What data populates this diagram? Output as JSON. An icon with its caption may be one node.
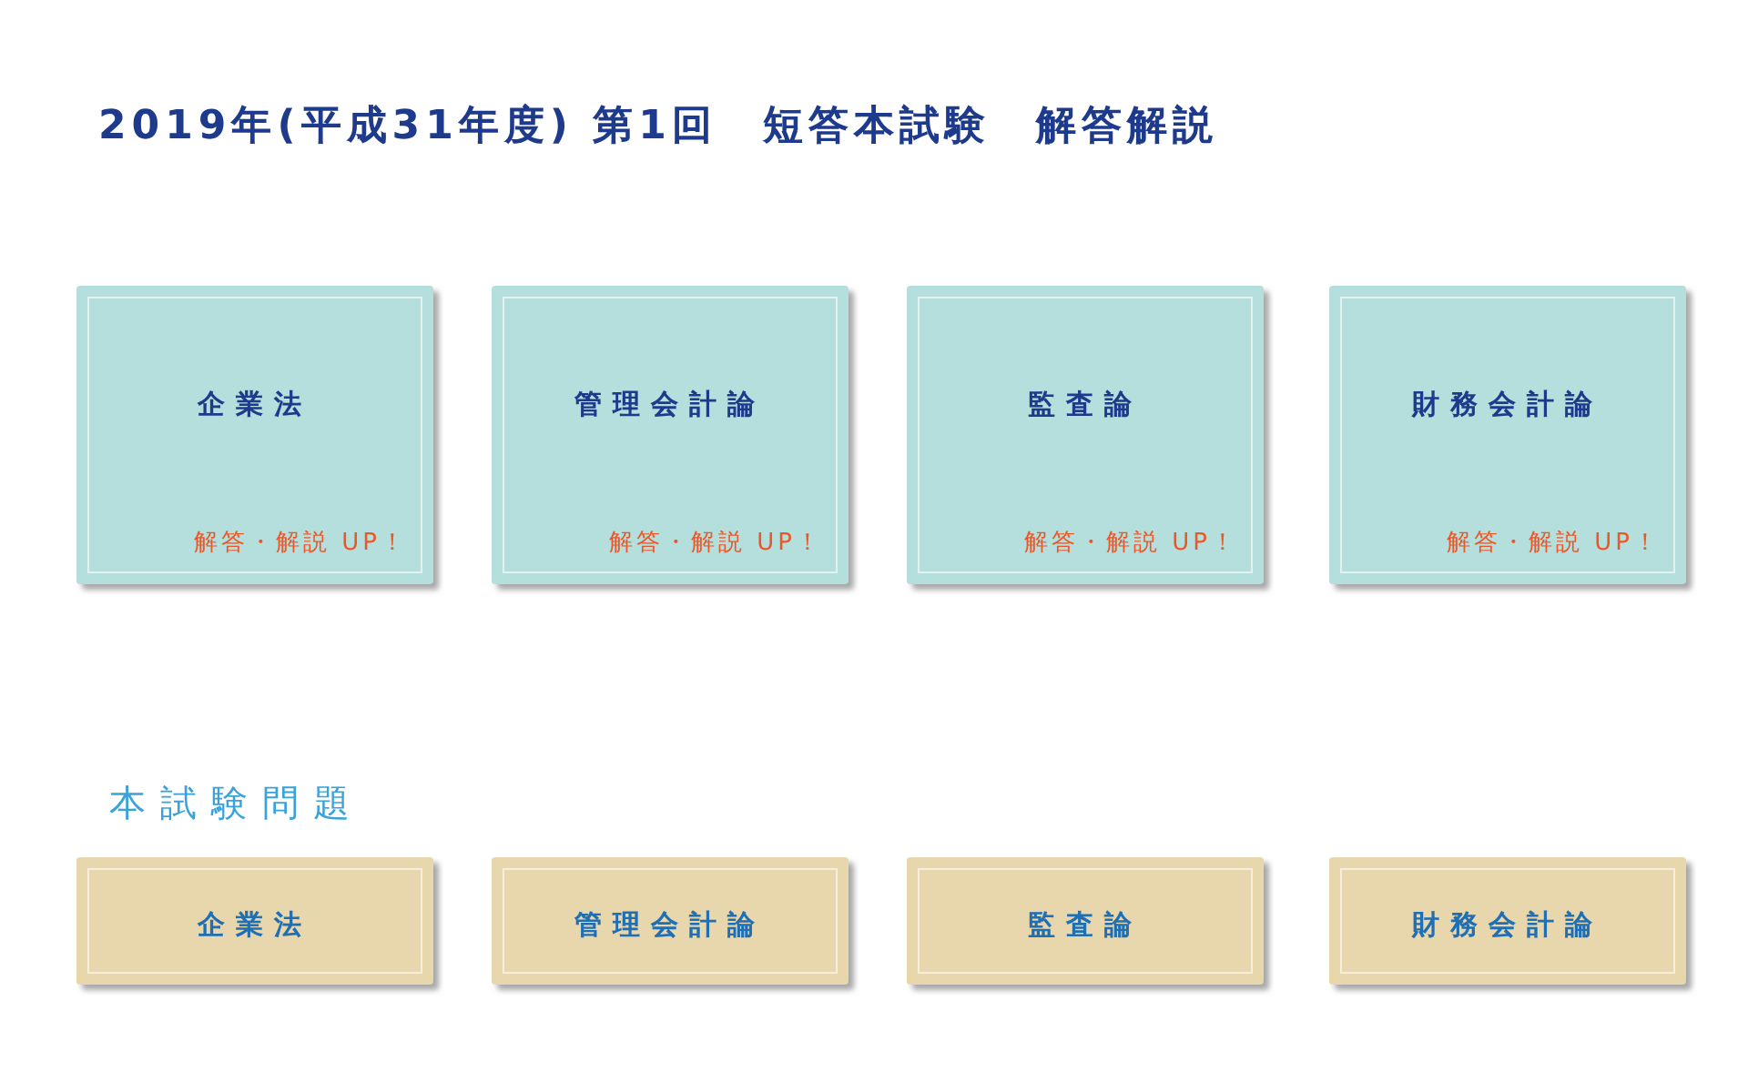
{
  "diagram": {
    "title": "2019年(平成31年度) 第1回　短答本試験　解答解説",
    "nodes": [
      {
        "text": [
          "企業法",
          "解答・解説 UP！"
        ]
      },
      {
        "text": [
          "管理会計論",
          "解答・解説 UP！"
        ]
      },
      {
        "text": [
          "監査論",
          "解答・解説 UP！"
        ]
      },
      {
        "text": [
          "財務会計論",
          "解答・解説 UP！"
        ]
      },
      {
        "text": [
          "企業法"
        ]
      },
      {
        "text": [
          "管理会計論"
        ]
      },
      {
        "text": [
          "監査論"
        ]
      },
      {
        "text": [
          "財務会計論"
        ]
      }
    ],
    "labels": [
      "本試験問題"
    ]
  }
}
